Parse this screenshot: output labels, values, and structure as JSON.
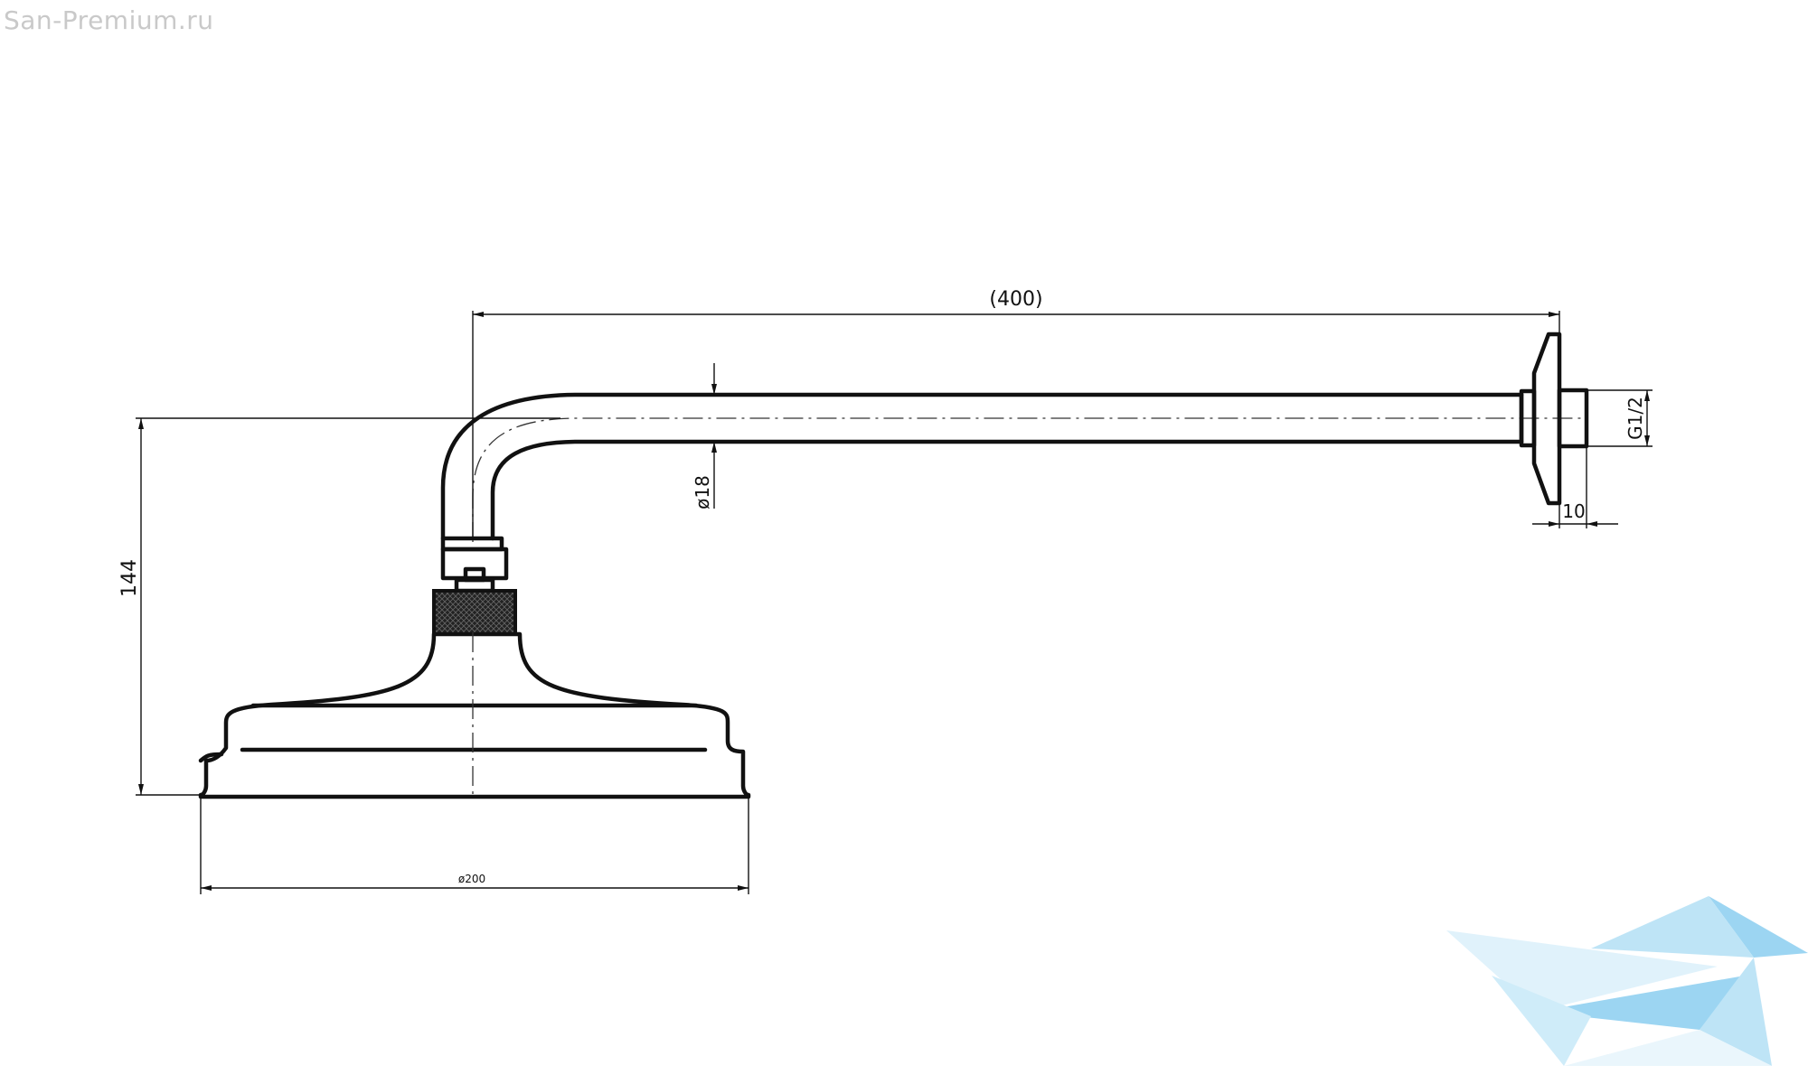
{
  "watermark": {
    "site": "San-Premium.ru",
    "logo": "san-premium-logo"
  },
  "dimensions": {
    "arm_length": "(400)",
    "height": "144",
    "head_diameter": "ø200",
    "pipe_diameter": "ø18",
    "thread": "G1/2",
    "thread_length": "10"
  },
  "colors": {
    "line": "#111111",
    "watermark_text": "#c9c9c9",
    "logo_blue": "#8fd0f0"
  }
}
